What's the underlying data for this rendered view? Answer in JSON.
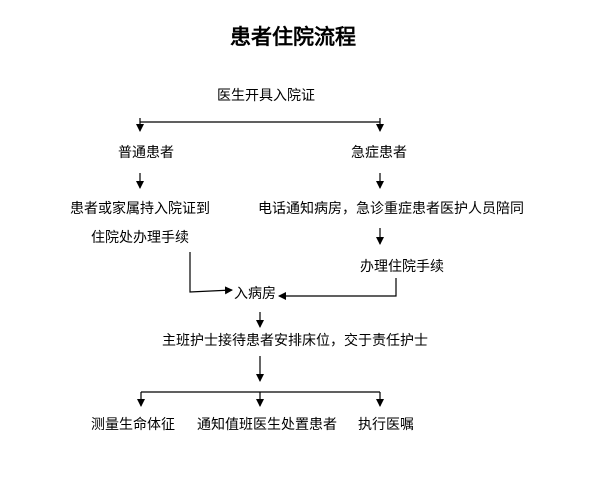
{
  "title": "患者住院流程",
  "nodes": {
    "start": "医生开具入院证",
    "normal_patient": "普通患者",
    "urgent_patient": "急症患者",
    "normal_step_line1": "患者或家属持入院证到",
    "normal_step_line2": "住院处办理手续",
    "urgent_step": "电话通知病房，急诊重症患者医护人员陪同",
    "urgent_admission": "办理住院手续",
    "ward": "入病房",
    "nurse_step": "主班护士接待患者安排床位，交于责任护士",
    "vitals": "测量生命体征",
    "notify_doctor": "通知值班医生处置患者",
    "execute_orders": "执行医嘱"
  }
}
